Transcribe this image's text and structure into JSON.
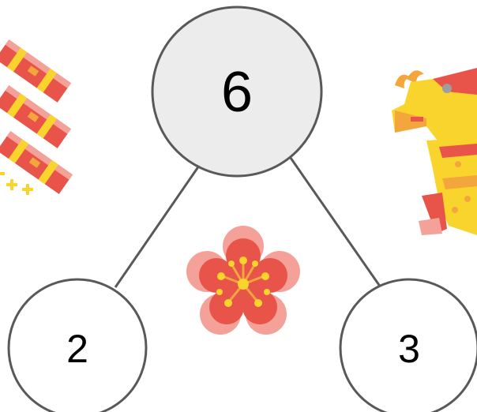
{
  "number_bond": {
    "whole": "6",
    "part_left": "2",
    "part_right": "3"
  },
  "colors": {
    "whole_fill": "#ececec",
    "part_fill": "#ffffff",
    "stroke": "#595959",
    "red": "#e8544a",
    "pink": "#f4a19a",
    "yellow": "#f9d42c",
    "orange": "#f3a63b"
  },
  "decorations": {
    "left": "firecracker-icons",
    "center": "flower-icon",
    "right": "dragon-icon"
  }
}
